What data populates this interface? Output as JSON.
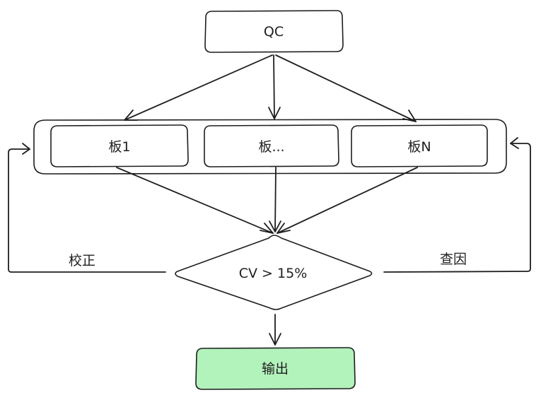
{
  "nodes": {
    "qc": {
      "label": "QC"
    },
    "plate_1": {
      "label": "板1"
    },
    "plate_mid": {
      "label": "板..."
    },
    "plate_n": {
      "label": "板N"
    },
    "decision": {
      "label": "CV > 15%"
    },
    "output": {
      "label": "输出",
      "fill": "#b2f2bb"
    }
  },
  "edges": {
    "left_loop_label": "校正",
    "right_loop_label": "查因"
  },
  "colors": {
    "stroke": "#1e1e1e",
    "output_fill": "#b2f2bb",
    "background": "#ffffff"
  }
}
